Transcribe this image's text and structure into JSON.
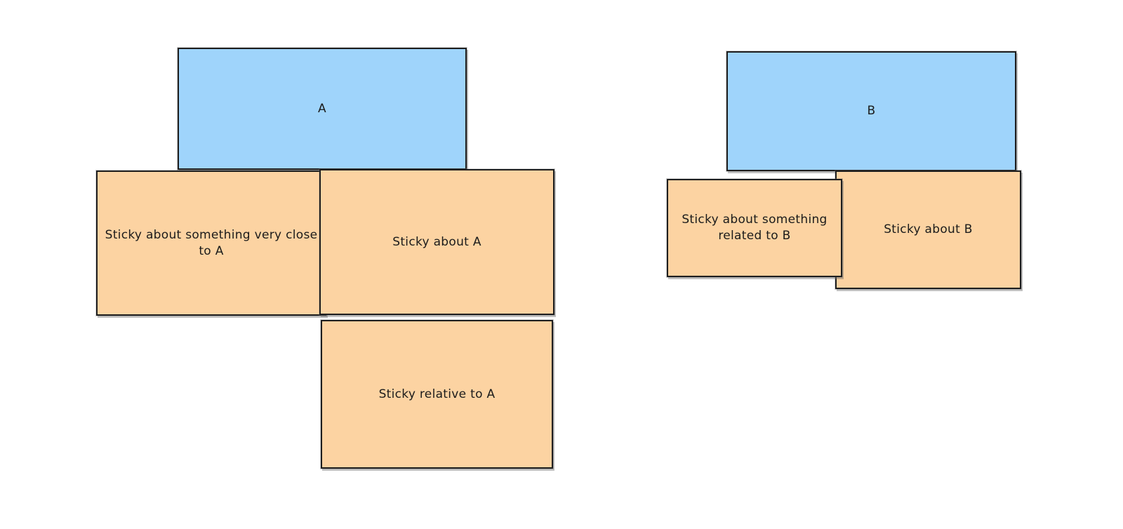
{
  "canvas": {
    "background": "#ffffff"
  },
  "colors": {
    "rectangle_fill": "#9fd4fb",
    "sticky_fill": "#fcd3a2",
    "stroke": "#1e1e1e",
    "text": "#1b1b1b"
  },
  "cluster_a": {
    "rect_label": "A",
    "sticky_close": "Sticky about something very close\nto A",
    "sticky_about": "Sticky about A",
    "sticky_relative": "Sticky relative to A"
  },
  "cluster_b": {
    "rect_label": "B",
    "sticky_related": "Sticky about something\nrelated to B",
    "sticky_about": "Sticky about B"
  }
}
